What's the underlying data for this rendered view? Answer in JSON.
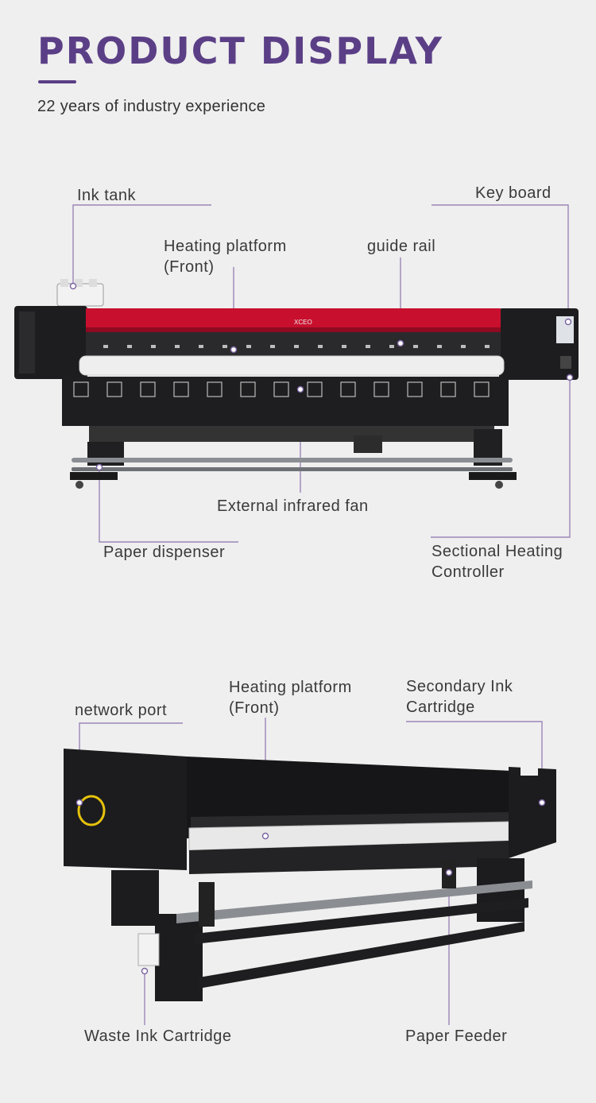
{
  "header": {
    "title": "PRODUCT DISPLAY",
    "subtitle": "22 years of industry experience"
  },
  "colors": {
    "accent": "#5b3f86",
    "leader": "#9b86b8",
    "printer_red": "#c8102e",
    "printer_body": "#1d1d1f"
  },
  "printer_front": {
    "brand": "XCEO",
    "labels": {
      "ink_tank": "Ink tank",
      "key_board": "Key board",
      "heating_platform_1": "Heating platform",
      "heating_platform_2": "(Front)",
      "guide_rail": "guide rail",
      "infrared_fan": "External infrared fan",
      "paper_dispenser": "Paper dispenser",
      "sectional_1": "Sectional Heating",
      "sectional_2": "Controller"
    }
  },
  "printer_back": {
    "labels": {
      "network_port": "network port",
      "heating_platform_1": "Heating platform",
      "heating_platform_2": "(Front)",
      "secondary_ink_1": "Secondary Ink",
      "secondary_ink_2": "Cartridge",
      "waste_ink": "Waste Ink Cartridge",
      "paper_feeder": "Paper Feeder"
    }
  }
}
